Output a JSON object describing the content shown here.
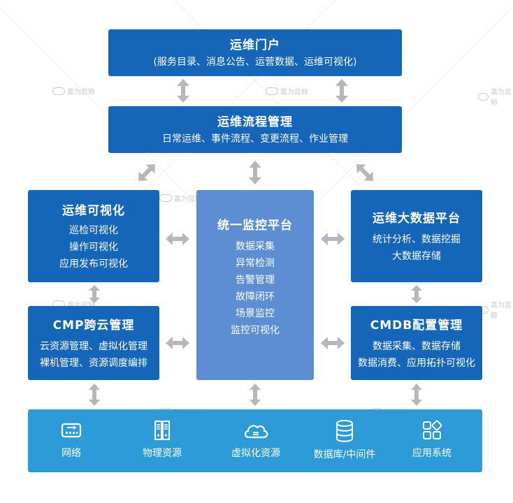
{
  "watermark": "嘉为蓝鲸",
  "portal": {
    "title": "运维门户",
    "subtitle": "(服务目录、消息公告、运营数据、运维可视化)"
  },
  "process": {
    "title": "运维流程管理",
    "subtitle": "日常运维、事件流程、变更流程、作业管理"
  },
  "visual": {
    "title": "运维可视化",
    "items": [
      "巡检可视化",
      "操作可视化",
      "应用发布可视化"
    ]
  },
  "monitor": {
    "title": "统一监控平台",
    "items": [
      "数据采集",
      "异常检测",
      "告警管理",
      "故障闭环",
      "场景监控",
      "监控可视化"
    ]
  },
  "bigdata": {
    "title": "运维大数据平台",
    "items": [
      "统计分析、数据挖掘",
      "大数据存储"
    ]
  },
  "cmp": {
    "title": "CMP跨云管理",
    "items": [
      "云资源管理、虚拟化管理",
      "裸机管理、资源调度编排"
    ]
  },
  "cmdb": {
    "title": "CMDB配置管理",
    "items": [
      "数据采集、数据存储",
      "数据消费、应用拓扑可视化"
    ]
  },
  "resources": [
    {
      "label": "网络",
      "icon": "network-switch-icon"
    },
    {
      "label": "物理资源",
      "icon": "server-rack-icon"
    },
    {
      "label": "虚拟化资源",
      "icon": "cloud-icon"
    },
    {
      "label": "数据库/中间件",
      "icon": "database-icon"
    },
    {
      "label": "应用系统",
      "icon": "apps-grid-icon"
    }
  ],
  "colors": {
    "dark": "#1565b9",
    "mid": "#5d8ed3",
    "bottom": "#2d9bd8",
    "arrow": "#b4b8bd"
  }
}
